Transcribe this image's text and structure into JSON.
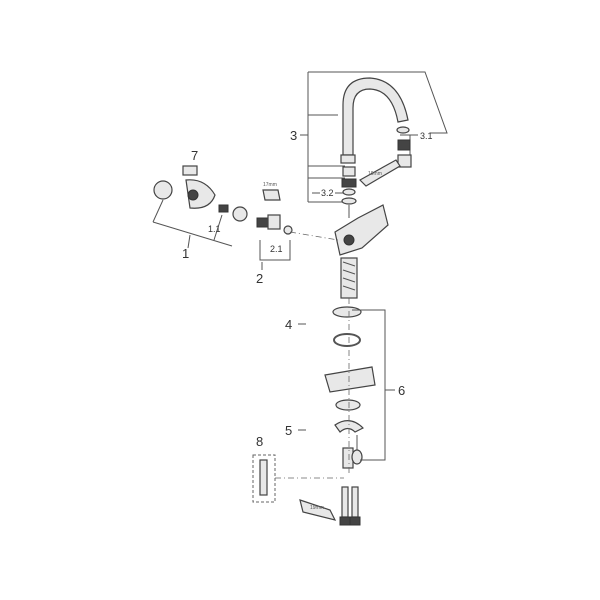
{
  "diagram": {
    "callouts": {
      "c1": "1",
      "c1_1": "1.1",
      "c2": "2",
      "c2_1": "2.1",
      "c3": "3",
      "c3_1": "3.1",
      "c3_2": "3.2",
      "c4": "4",
      "c5": "5",
      "c6": "6",
      "c7": "7",
      "c8": "8"
    },
    "tool_labels": {
      "wrench_small": "17mm",
      "wrench_top": "19mm",
      "wrench_bottom": "19mm"
    },
    "line_color": "#555555"
  }
}
